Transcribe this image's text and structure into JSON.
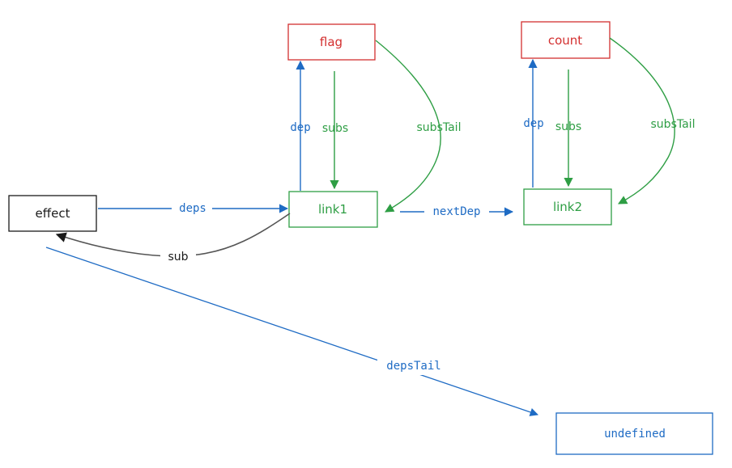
{
  "colors": {
    "red": "#d32f2f",
    "green": "#2e9e44",
    "blue": "#1e6bc4",
    "black": "#1a1a1a",
    "gray": "#555555"
  },
  "nodes": {
    "flag": "flag",
    "count": "count",
    "effect": "effect",
    "link1": "link1",
    "link2": "link2",
    "undefined": "undefined"
  },
  "edges": {
    "flag_dep": "dep",
    "flag_subs": "subs",
    "flag_subsTail": "subsTail",
    "count_dep": "dep",
    "count_subs": "subs",
    "count_subsTail": "subsTail",
    "deps": "deps",
    "sub": "sub",
    "nextDep": "nextDep",
    "depsTail": "depsTail"
  }
}
